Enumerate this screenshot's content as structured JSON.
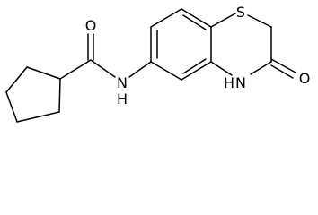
{
  "structure": {
    "atoms": {
      "oxygen_amide": "O",
      "nitrogen_amide": "N",
      "hydrogen_amide": "H",
      "sulfur_ring": "S",
      "nitrogen_ring": "N",
      "hydrogen_ring": "H",
      "oxygen_lactam": "O"
    },
    "colors": {
      "bond": "#000000",
      "label": "#000000",
      "background": "#ffffff"
    }
  }
}
